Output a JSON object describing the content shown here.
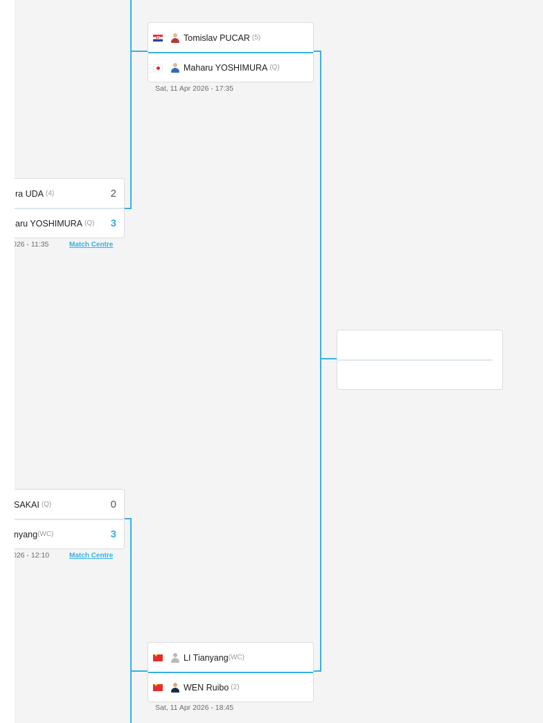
{
  "round1": {
    "match_top": {
      "player1": {
        "name": "ra UDA",
        "seed": "(4)",
        "score": "2"
      },
      "player2": {
        "name": "aru YOSHIMURA",
        "seed": "(Q)",
        "score": "3"
      },
      "datetime": "026 - 11:35",
      "match_centre": "Match Centre"
    },
    "match_bottom": {
      "player1": {
        "name": "SAKAI",
        "seed": "(Q)",
        "score": "0"
      },
      "player2": {
        "name": "nyang",
        "seed": "(WC)",
        "score": "3"
      },
      "datetime": "026 - 12:10",
      "match_centre": "Match Centre"
    }
  },
  "round2": {
    "match_top": {
      "player1": {
        "name": "Tomislav PUCAR",
        "seed": "(5)",
        "flag": "croatia-flag-icon",
        "avatar": "player-avatar-icon"
      },
      "player2": {
        "name": "Maharu YOSHIMURA",
        "seed": "(Q)",
        "flag": "japan-flag-icon",
        "avatar": "player-avatar-icon"
      },
      "datetime": "Sat, 11 Apr 2026 - 17:35"
    },
    "match_bottom": {
      "player1": {
        "name": "LI Tianyang",
        "seed": "(WC)",
        "flag": "china-flag-icon",
        "avatar": "placeholder-avatar-icon"
      },
      "player2": {
        "name": "WEN Ruibo",
        "seed": "(2)",
        "flag": "china-flag-icon",
        "avatar": "player-avatar-icon"
      },
      "datetime": "Sat, 11 Apr 2026 - 18:45"
    }
  },
  "round3": {
    "match": {
      "player1": {
        "name": ""
      },
      "player2": {
        "name": ""
      }
    }
  },
  "colors": {
    "accent": "#35b1e6",
    "background": "#f4f4f4",
    "card": "#ffffff",
    "border": "#dcdcdc"
  }
}
